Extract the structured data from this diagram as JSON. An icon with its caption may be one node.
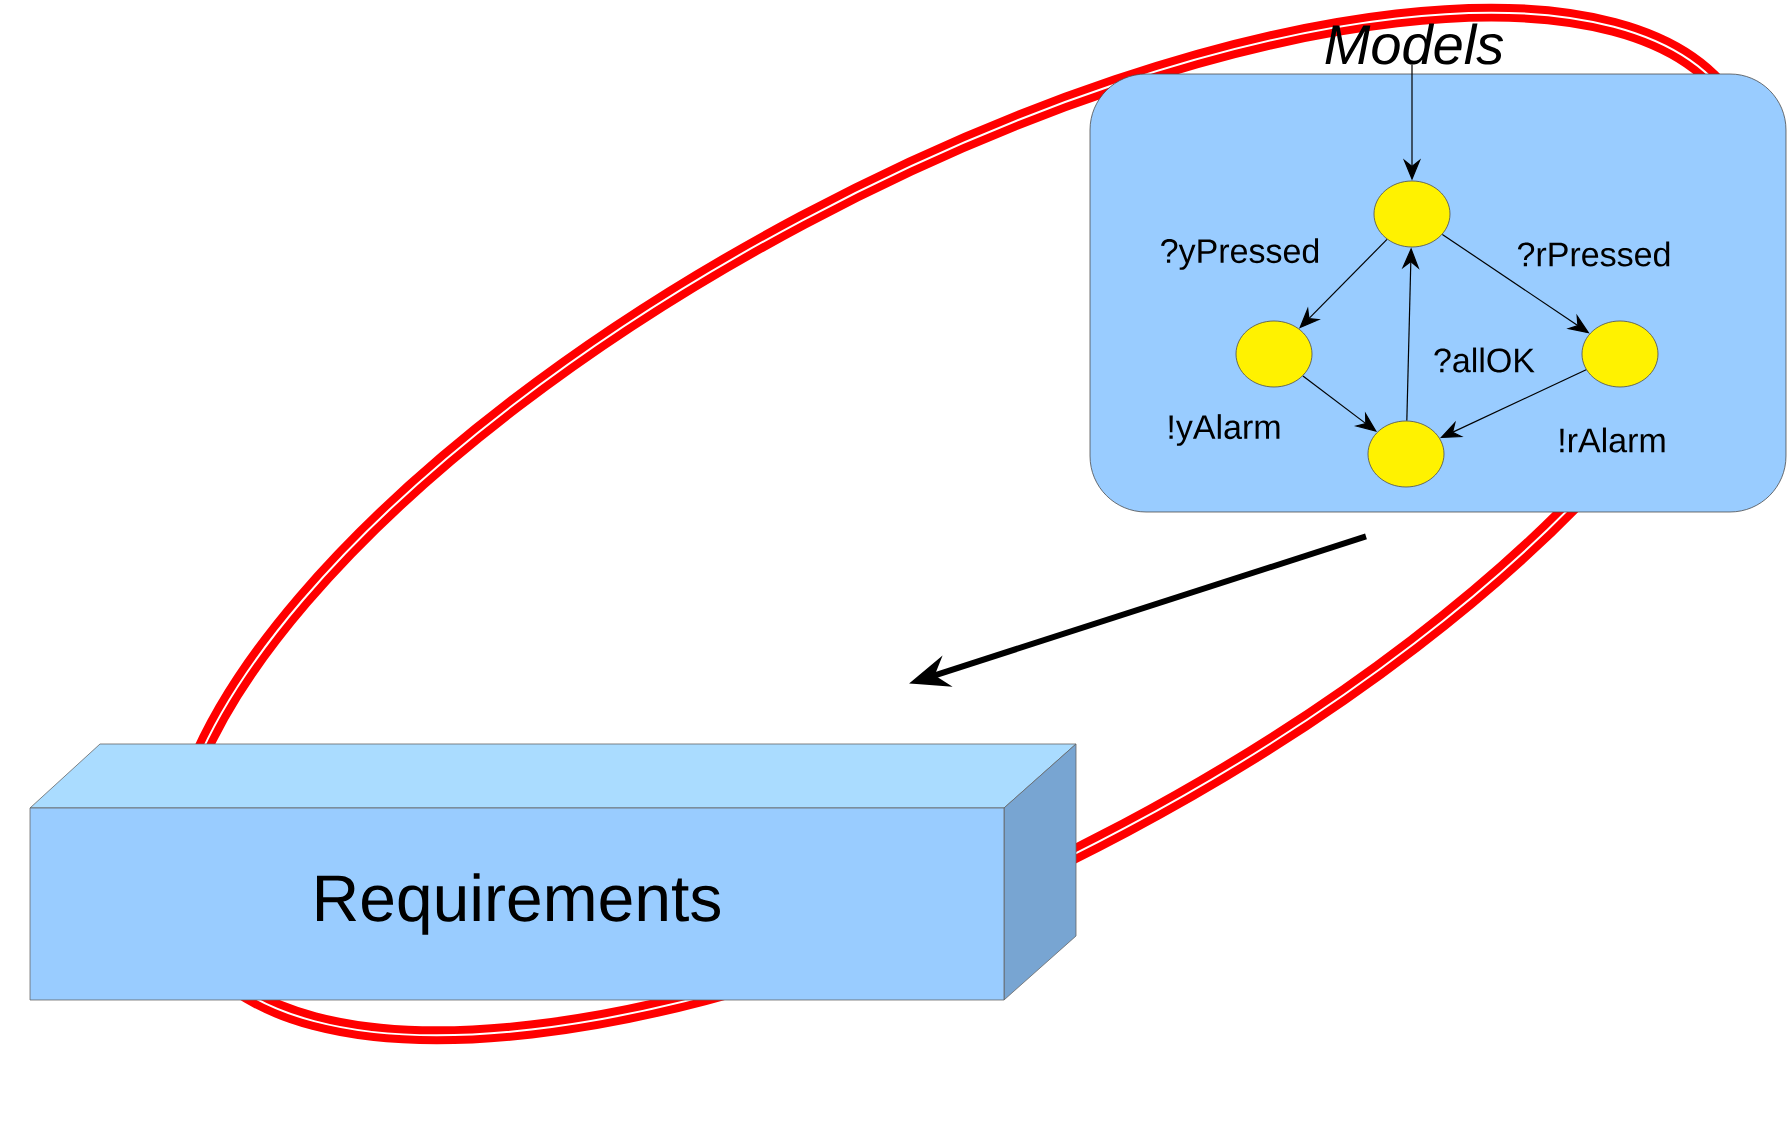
{
  "diagram": {
    "nodes": [
      {
        "text": [
          "Models"
        ]
      },
      {
        "text": [],
        "shape": "circle",
        "in": 0
      },
      {
        "text": [],
        "shape": "circle",
        "in": 0
      },
      {
        "text": [],
        "shape": "circle",
        "in": 0
      },
      {
        "text": [],
        "shape": "circle",
        "in": 0
      },
      {
        "text": [
          "Requirements"
        ]
      }
    ],
    "edges": [
      {
        "from": null,
        "to": 1,
        "arrow": "to"
      },
      {
        "from": 1,
        "to": 2,
        "label": "?yPressed",
        "arrow": "to"
      },
      {
        "from": 1,
        "to": 3,
        "label": "?rPressed",
        "arrow": "to"
      },
      {
        "from": 4,
        "to": 1,
        "label": "?allOK",
        "arrow": "to"
      },
      {
        "from": 2,
        "to": 4,
        "label": "!yAlarm",
        "arrow": "to"
      },
      {
        "from": 3,
        "to": 4,
        "label": "!rAlarm",
        "arrow": "to"
      },
      {
        "from": 0,
        "to": 5,
        "arrow": "to",
        "style": "thick"
      }
    ]
  }
}
